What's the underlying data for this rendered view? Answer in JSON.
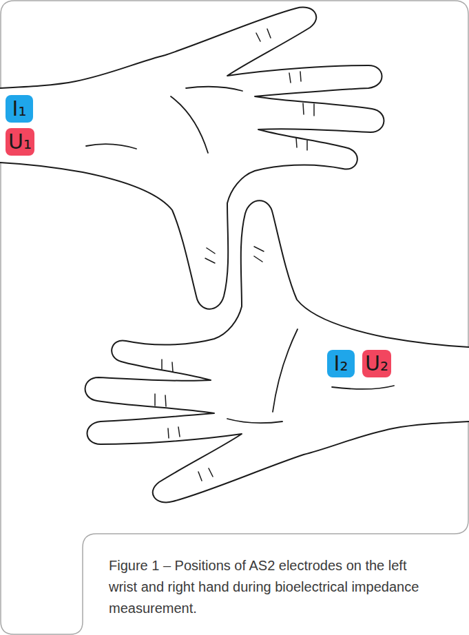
{
  "diagram": {
    "caption": "Figure 1 – Positions of AS2 electrodes on the left wrist and right hand during bioelectrical impedance measurement.",
    "nodes": [
      {
        "text": [
          "I₁"
        ]
      },
      {
        "text": [
          "U₁"
        ]
      },
      {
        "text": [
          "I₂"
        ]
      },
      {
        "text": [
          "U₂"
        ]
      }
    ]
  }
}
